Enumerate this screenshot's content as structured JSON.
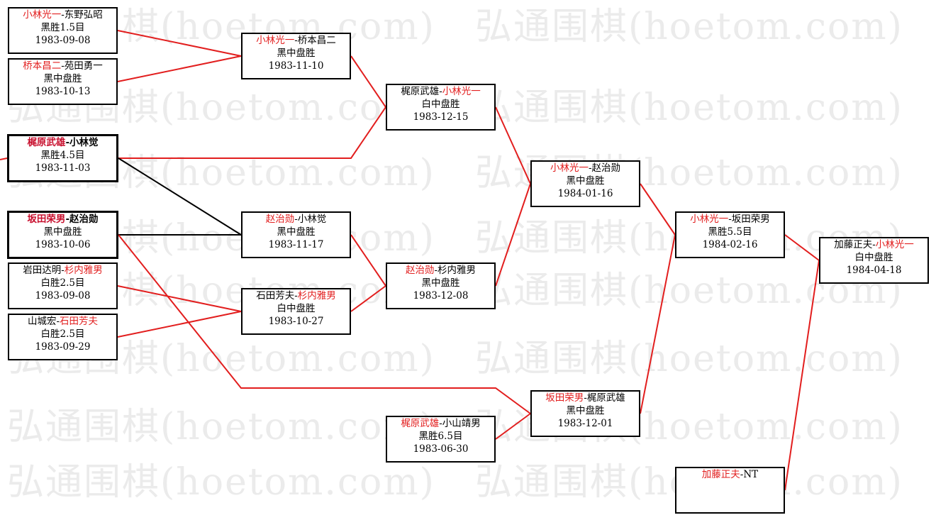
{
  "watermark": "弘通围棋(hoetom.com)",
  "colors": {
    "winner": "#e21e1e",
    "line_win": "#e21e1e",
    "line_other": "#000000",
    "border": "#000000"
  },
  "games": [
    {
      "id": "g1",
      "p1": "小林光一",
      "sep": "-",
      "p2": "东野弘昭",
      "winner": 1,
      "result": "黑胜1.5目",
      "date": "1983-09-08"
    },
    {
      "id": "g2",
      "p1": "桥本昌二",
      "sep": "-",
      "p2": "苑田勇一",
      "winner": 1,
      "result": "黑中盘胜",
      "date": "1983-10-13"
    },
    {
      "id": "g3",
      "p1": "梶原武雄",
      "sep": "-",
      "p2": "小林觉",
      "winner": 1,
      "result": "黑胜4.5目",
      "date": "1983-11-03"
    },
    {
      "id": "g4",
      "p1": "坂田荣男",
      "sep": "-",
      "p2": "赵治勋",
      "winner": 1,
      "result": "黑中盘胜",
      "date": "1983-10-06"
    },
    {
      "id": "g5",
      "p1": "岩田达明",
      "sep": "-",
      "p2": "杉内雅男",
      "winner": 2,
      "result": "白胜2.5目",
      "date": "1983-09-08"
    },
    {
      "id": "g6",
      "p1": "山城宏",
      "sep": "-",
      "p2": "石田芳夫",
      "winner": 2,
      "result": "白胜2.5目",
      "date": "1983-09-29"
    },
    {
      "id": "g7",
      "p1": "小林光一",
      "sep": "-",
      "p2": "桥本昌二",
      "winner": 1,
      "result": "黑中盘胜",
      "date": "1983-11-10"
    },
    {
      "id": "g8",
      "p1": "赵治勋",
      "sep": "-",
      "p2": "小林觉",
      "winner": 1,
      "result": "黑中盘胜",
      "date": "1983-11-17"
    },
    {
      "id": "g9",
      "p1": "石田芳夫",
      "sep": "-",
      "p2": "杉内雅男",
      "winner": 2,
      "result": "白中盘胜",
      "date": "1983-10-27"
    },
    {
      "id": "g10",
      "p1": "梶原武雄",
      "sep": "-",
      "p2": "小林光一",
      "winner": 2,
      "result": "白中盘胜",
      "date": "1983-12-15"
    },
    {
      "id": "g11",
      "p1": "赵治勋",
      "sep": "-",
      "p2": "杉内雅男",
      "winner": 1,
      "result": "黑中盘胜",
      "date": "1983-12-08"
    },
    {
      "id": "g12",
      "p1": "梶原武雄",
      "sep": "-",
      "p2": "小山靖男",
      "winner": 1,
      "result": "黑胜6.5目",
      "date": "1983-06-30"
    },
    {
      "id": "g13",
      "p1": "小林光一",
      "sep": "-",
      "p2": "赵治勋",
      "winner": 1,
      "result": "黑中盘胜",
      "date": "1984-01-16"
    },
    {
      "id": "g14",
      "p1": "坂田荣男",
      "sep": "-",
      "p2": "梶原武雄",
      "winner": 1,
      "result": "黑中盘胜",
      "date": "1983-12-01"
    },
    {
      "id": "g15",
      "p1": "小林光一",
      "sep": "-",
      "p2": "坂田荣男",
      "winner": 1,
      "result": "黑胜5.5目",
      "date": "1984-02-16"
    },
    {
      "id": "g16",
      "p1": "加藤正夫",
      "sep": "-",
      "p2": "NT",
      "winner": 1,
      "result": "",
      "date": ""
    },
    {
      "id": "g17",
      "p1": "加藤正夫",
      "sep": "-",
      "p2": "小林光一",
      "winner": 2,
      "result": "白中盘胜",
      "date": "1984-04-18"
    }
  ]
}
